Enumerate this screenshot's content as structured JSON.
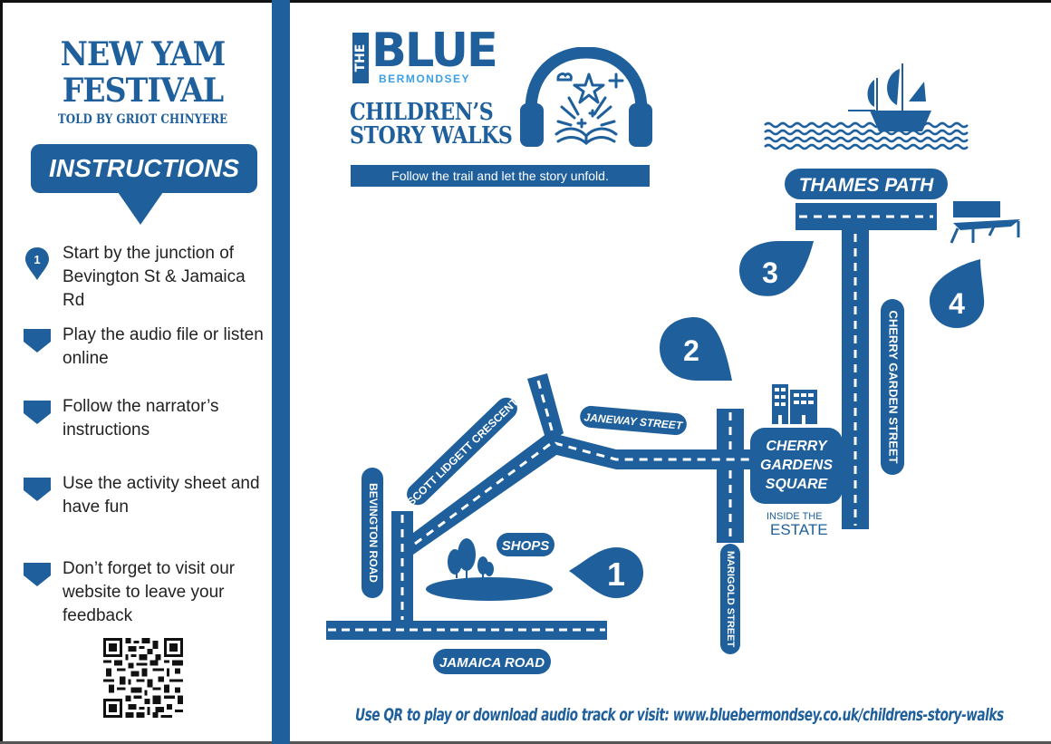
{
  "left_panel": {
    "title_line1": "NEW YAM",
    "title_line2": "FESTIVAL",
    "subtitle": "TOLD BY GRIOT CHINYERE",
    "instructions_heading": "INSTRUCTIONS",
    "steps": [
      {
        "icon": "map-pin-1-icon",
        "marker": "1",
        "text": "Start by the junction of Bevington St & Jamaica Rd"
      },
      {
        "icon": "shield-marker-icon",
        "text": "Play the audio file or listen online"
      },
      {
        "icon": "shield-marker-icon",
        "text": "Follow the narrator’s instructions"
      },
      {
        "icon": "shield-marker-icon",
        "text": "Use the activity sheet and have fun"
      },
      {
        "icon": "shield-marker-icon",
        "text": "Don’t forget to visit our website to leave your feedback"
      }
    ],
    "qr_icon": "qr-code-icon"
  },
  "header": {
    "logo_the": "THE",
    "logo_blue": "BLUE",
    "logo_bermondsey": "BERMONDSEY",
    "series_line1": "CHILDREN’S",
    "series_line2": "STORY WALKS",
    "tagline": "Follow the trail and let the story unfold.",
    "headphones_icon": "headphones-book-icon"
  },
  "map": {
    "streets": {
      "thames_path": "THAMES PATH",
      "cherry_garden_street": "CHERRY GARDEN STREET",
      "janeway_street": "JANEWAY STREET",
      "scott_lidgett_crescent": "SCOTT LIDGETT CRESCENT",
      "bevington_road": "BEVINGTON ROAD",
      "jamaica_road": "JAMAICA ROAD",
      "marigold_street": "MARIGOLD STREET"
    },
    "places": {
      "shops": "SHOPS",
      "square_line1": "CHERRY",
      "square_line2": "GARDENS",
      "square_line3": "SQUARE",
      "estate_line1": "INSIDE THE",
      "estate_line2": "ESTATE"
    },
    "markers": [
      "1",
      "2",
      "3",
      "4"
    ],
    "icons": [
      "ship-icon",
      "waves-icon",
      "bench-icon",
      "buildings-icon",
      "trees-icon"
    ]
  },
  "footer": {
    "text": "Use QR to play or download audio track or visit: www.bluebermondsey.co.uk/childrens-story-walks"
  },
  "colors": {
    "brand_blue": "#1e5f9c",
    "light_blue": "#3da0e6",
    "text_dark": "#222222"
  }
}
